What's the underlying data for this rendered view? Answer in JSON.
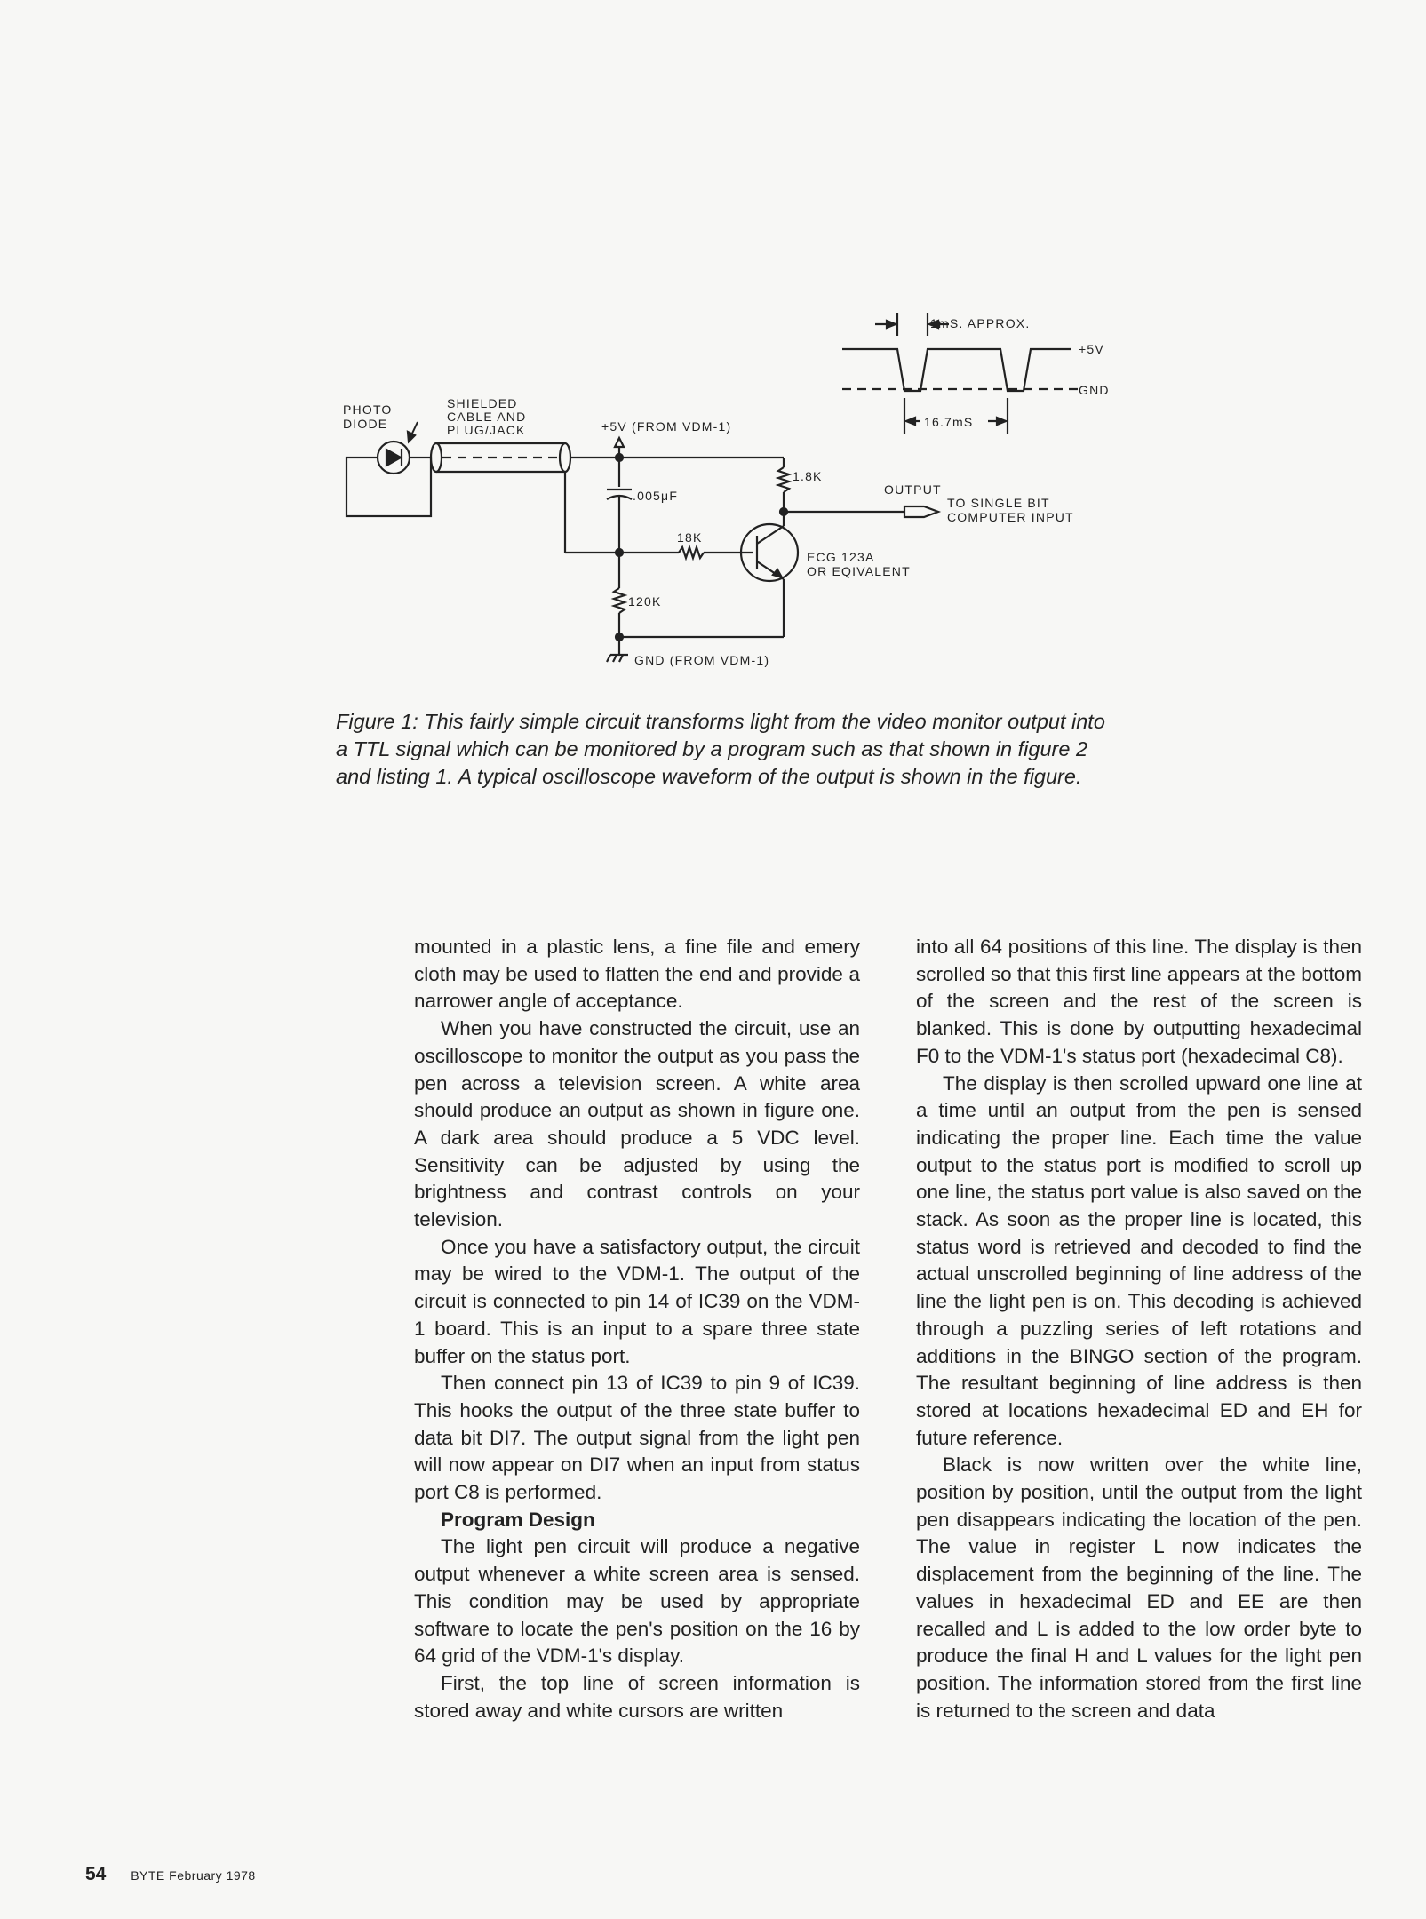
{
  "figure": {
    "labels": {
      "timing_width": "1mS. APPROX.",
      "plus5v": "+5V",
      "gnd": "GND",
      "period": "16.7mS",
      "photo": "PHOTO",
      "diode": "DIODE",
      "shielded": "SHIELDED",
      "cable": "CABLE AND",
      "plug": "PLUG/JACK",
      "supply": "+5V (FROM VDM-1)",
      "cap": ".005μF",
      "r_collector": "1.8K",
      "r_base": "18K",
      "r_bias": "120K",
      "output": "OUTPUT",
      "to_input_1": "TO SINGLE BIT",
      "to_input_2": "COMPUTER INPUT",
      "transistor_1": "ECG 123A",
      "transistor_2": "OR EQIVALENT",
      "ground": "GND (FROM VDM-1)"
    }
  },
  "caption": "Figure 1: This fairly simple circuit transforms light from the video monitor output into a TTL signal which can be monitored by a program such as that shown in figure 2 and listing 1. A typical oscilloscope waveform of the output is shown in the figure.",
  "left_column": {
    "paragraphs": [
      "mounted in a plastic lens, a fine file and emery cloth may be used to flatten the end and provide a narrower angle of acceptance.",
      "When you have constructed the circuit, use an oscilloscope to monitor the output as you pass the pen across a television screen. A white area should produce an output as shown in figure one. A dark area should produce a 5 VDC level. Sensitivity can be adjusted by using the brightness and contrast controls on your television.",
      "Once you have a satisfactory output, the circuit may be wired to the VDM-1. The output of the circuit is connected to pin 14 of IC39 on the VDM-1 board. This is an input to a spare three state buffer on the status port.",
      "Then connect pin 13 of IC39 to pin 9 of IC39. This hooks the output of the three state buffer to data bit DI7. The output signal from the light pen will now appear on DI7 when an input from status port C8 is performed."
    ],
    "heading": "Program Design",
    "paragraphs_after": [
      "The light pen circuit will produce a negative output whenever a white screen area is sensed. This condition may be used by appropriate software to locate the pen's position on the 16 by 64 grid of the VDM-1's display.",
      "First, the top line of screen information is stored away and white cursors are written"
    ]
  },
  "right_column": {
    "paragraphs": [
      "into all 64 positions of this line. The display is then scrolled so that this first line appears at the bottom of the screen and the rest of the screen is blanked. This is done by outputting hexadecimal F0 to the VDM-1's status port (hexadecimal C8).",
      "The display is then scrolled upward one line at a time until an output from the pen is sensed indicating the proper line. Each time the value output to the status port is modified to scroll up one line, the status port value is also saved on the stack. As soon as the proper line is located, this status word is retrieved and decoded to find the actual unscrolled beginning of line address of the line the light pen is on. This decoding is achieved through a puzzling series of left rotations and additions in the BINGO section of the program. The resultant beginning of line address is then stored at locations hexadecimal ED and EH for future reference.",
      "Black is now written over the white line, position by position, until the output from the light pen disappears indicating the location of the pen. The value in register L now indicates the displacement from the beginning of the line. The values in hexadecimal ED and EE are then recalled and L is added to the low order byte to produce the final H and L values for the light pen position. The information stored from the first line is returned to the screen and data"
    ]
  },
  "footer": {
    "page_number": "54",
    "publication": "BYTE February 1978"
  }
}
